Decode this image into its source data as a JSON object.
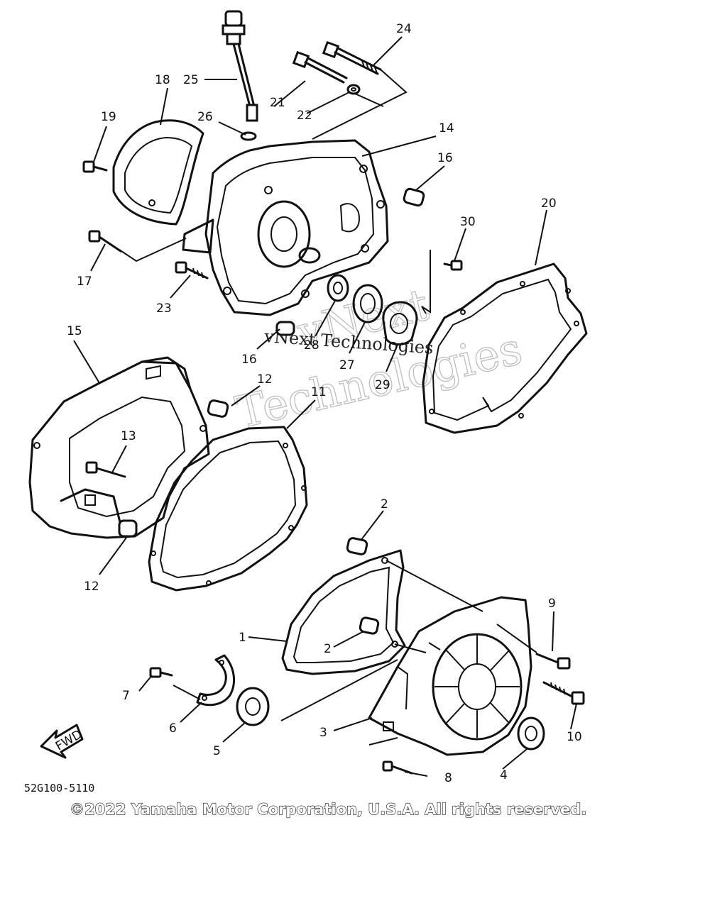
{
  "callouts": {
    "n1": "1",
    "n2a": "2",
    "n2b": "2",
    "n3": "3",
    "n4": "4",
    "n5": "5",
    "n6": "6",
    "n7": "7",
    "n8": "8",
    "n9": "9",
    "n10": "10",
    "n11": "11",
    "n12a": "12",
    "n12b": "12",
    "n13": "13",
    "n14": "14",
    "n15": "15",
    "n16a": "16",
    "n16b": "16",
    "n17": "17",
    "n18": "18",
    "n19": "19",
    "n20": "20",
    "n21": "21",
    "n22": "22",
    "n23": "23",
    "n24": "24",
    "n25": "25",
    "n26": "26",
    "n27": "27",
    "n28": "28",
    "n29": "29",
    "n30": "30"
  },
  "fwd_label": "FWD",
  "diagram_code": "52G100-5110",
  "copyright": "©2022 Yamaha Motor Corporation, U.S.A. All rights reserved.",
  "watermark": {
    "line1": "vNext",
    "line2": "Technologies",
    "line3": "vNext Technologies"
  }
}
